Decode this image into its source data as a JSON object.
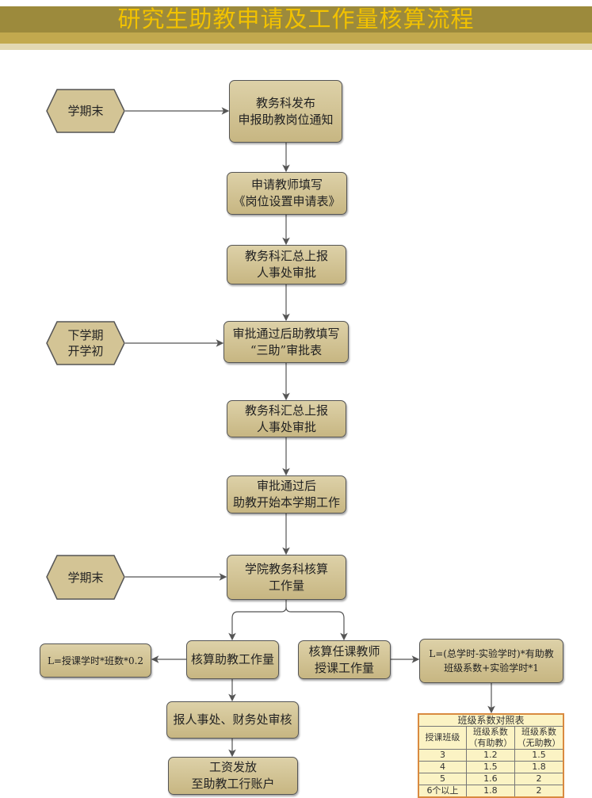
{
  "title": "研究生助教申请及工作量核算流程",
  "colors": {
    "title_band": "#9c8a3c",
    "title_text": "#f2c200",
    "box_fill": "#d3c495",
    "table_border": "#d98a40"
  },
  "triggers": [
    {
      "lines": [
        "学期末"
      ]
    },
    {
      "lines": [
        "下学期",
        "开学初"
      ]
    },
    {
      "lines": [
        "学期末"
      ]
    }
  ],
  "steps": [
    {
      "lines": [
        "教务科发布",
        "申报助教岗位通知"
      ]
    },
    {
      "lines": [
        "申请教师填写",
        "《岗位设置申请表》"
      ]
    },
    {
      "lines": [
        "教务科汇总上报",
        "人事处审批"
      ]
    },
    {
      "lines": [
        "审批通过后助教填写",
        "“三助”审批表"
      ]
    },
    {
      "lines": [
        "教务科汇总上报",
        "人事处审批"
      ]
    },
    {
      "lines": [
        "审批通过后",
        "助教开始本学期工作"
      ]
    },
    {
      "lines": [
        "学院教务科核算",
        "工作量"
      ]
    },
    {
      "lines": [
        "核算助教工作量"
      ]
    },
    {
      "lines": [
        "核算任课教师",
        "授课工作量"
      ]
    },
    {
      "lines": [
        "报人事处、财务处审核"
      ]
    },
    {
      "lines": [
        "工资发放",
        "至助教工行账户"
      ]
    }
  ],
  "formulas": {
    "assistant": "L=授课学时*班数*0.2",
    "teacher": [
      "L=(总学时-实验学时)*有助教",
      "班级系数+实验学时*1"
    ]
  },
  "coef_table": {
    "title": "班级系数对照表",
    "headers": [
      "授课班级",
      "班级系数\n（有助教）",
      "班级系数\n（无助教）"
    ],
    "headers_lines": [
      [
        "授课班级"
      ],
      [
        "班级系数",
        "（有助教）"
      ],
      [
        "班级系数",
        "（无助教）"
      ]
    ],
    "rows": [
      [
        "3",
        "1.2",
        "1.5"
      ],
      [
        "4",
        "1.5",
        "1.8"
      ],
      [
        "5",
        "1.6",
        "2"
      ],
      [
        "6个以上",
        "1.8",
        "2"
      ]
    ]
  }
}
